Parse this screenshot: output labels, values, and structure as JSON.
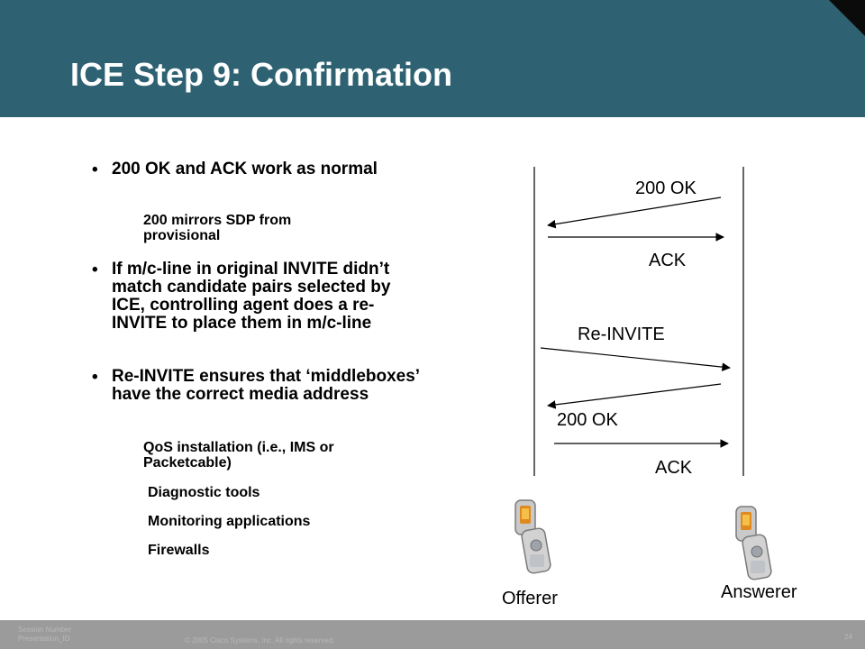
{
  "slide": {
    "title": "ICE Step 9: Confirmation",
    "bullets": [
      {
        "text": "200 OK and ACK work as normal",
        "subs": [
          "200 mirrors SDP from provisional"
        ]
      },
      {
        "text": "If m/c-line in original INVITE didn’t match candidate pairs selected by ICE, controlling agent does a re-INVITE to place them in m/c-line",
        "subs": []
      },
      {
        "text": "Re-INVITE ensures that ‘middleboxes’ have the correct media address",
        "subs": [
          "QoS installation (i.e., IMS or Packetcable)",
          "Diagnostic tools",
          "Monitoring applications",
          "Firewalls"
        ]
      }
    ]
  },
  "diagram": {
    "messages": [
      "200 OK",
      "ACK",
      "Re-INVITE",
      "200 OK",
      "ACK"
    ],
    "offerer_label": "Offerer",
    "answerer_label": "Answerer"
  },
  "footer": {
    "session": "Session Number",
    "presentation": "Presentation_ID",
    "copyright": "© 2005 Cisco Systems, Inc. All rights reserved.",
    "page": "24"
  }
}
